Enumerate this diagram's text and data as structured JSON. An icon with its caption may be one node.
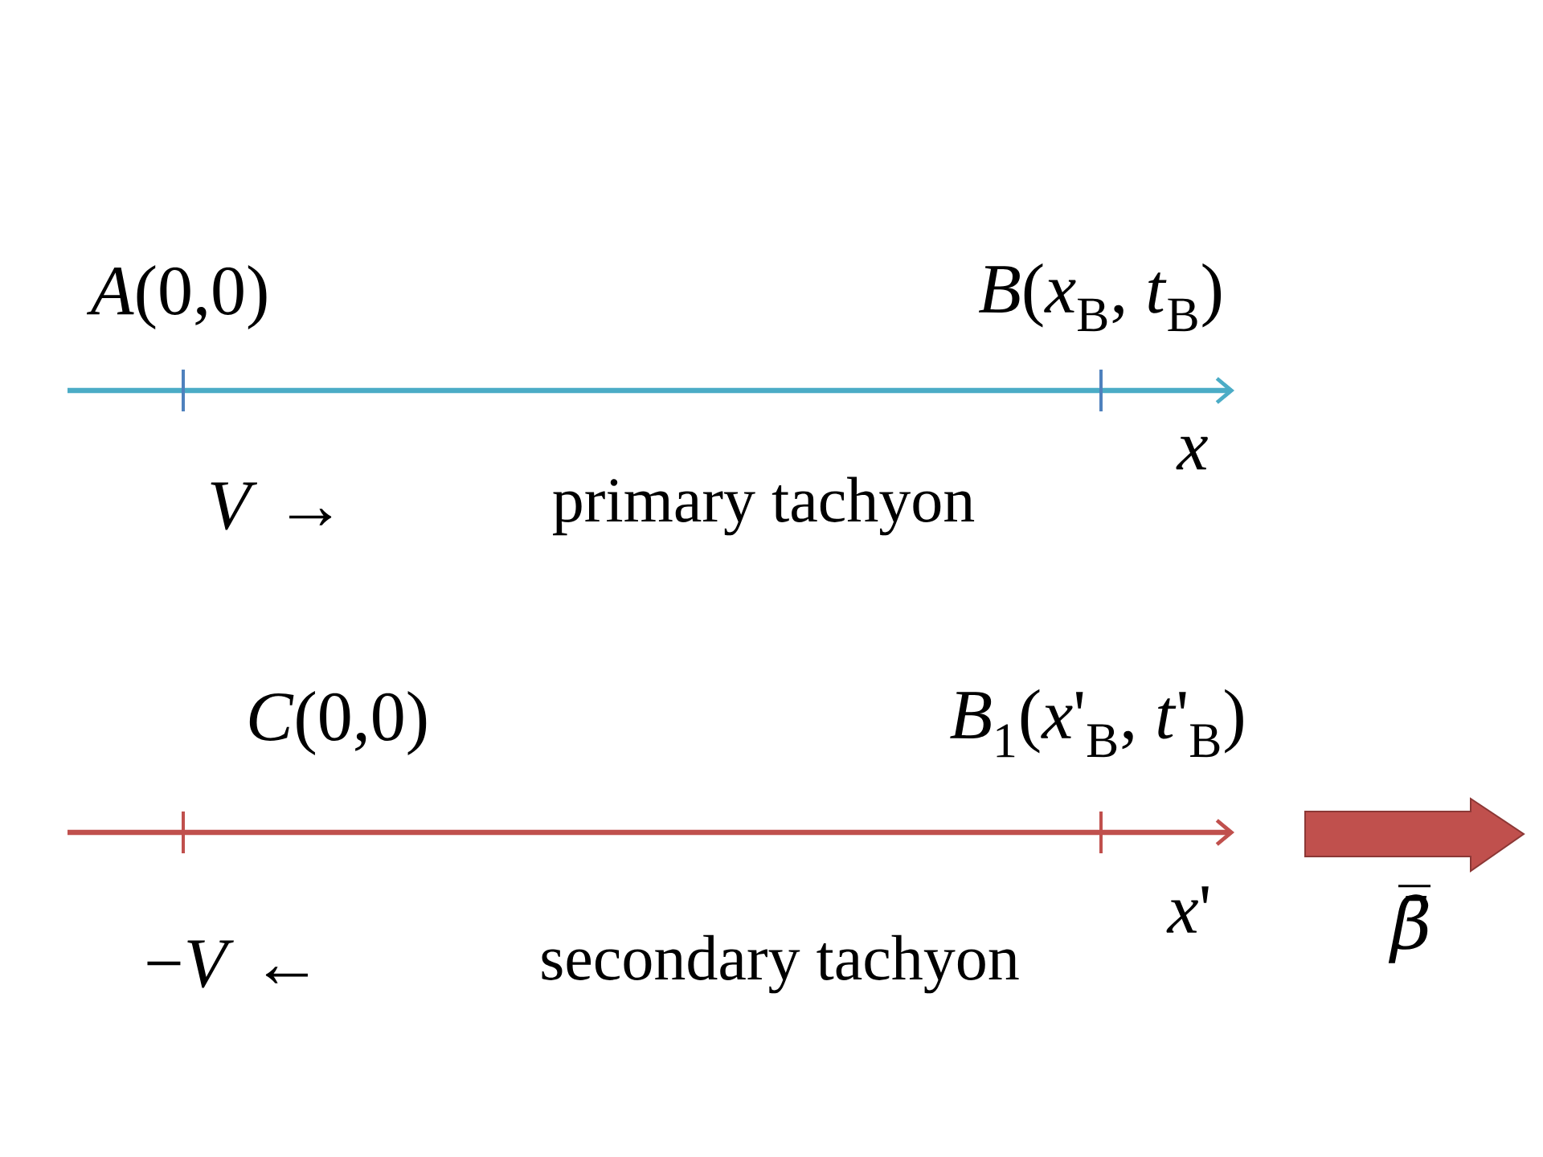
{
  "diagram": {
    "labels": [
      "*A*(0,0)",
      "*B*(*x*$_{B}$, *t*$_{B}$)",
      "*x*",
      "*V* →",
      "primary tachyon",
      "*C*(0,0)",
      "*B*$_{1}$(*x*'$_{B}$, *t*'$_{B}$)",
      "*x*'",
      "−*V* ←",
      "secondary tachyon",
      "β̄"
    ]
  }
}
